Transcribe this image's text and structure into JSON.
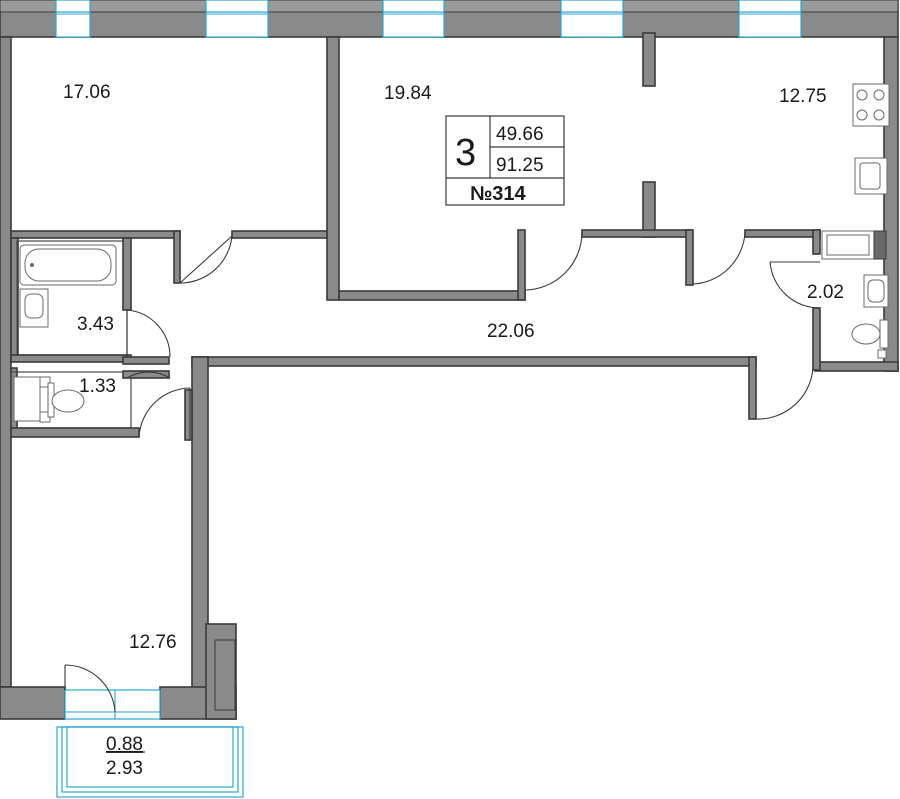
{
  "apartment": {
    "rooms_count": "3",
    "living_area": "49.66",
    "total_area": "91.25",
    "number": "№314"
  },
  "rooms": {
    "bedroom_left": "17.06",
    "living_room": "19.84",
    "kitchen": "12.75",
    "wc_right": "2.02",
    "bathroom": "3.43",
    "wc_small": "1.33",
    "hallway": "22.06",
    "bedroom_bottom": "12.76",
    "balcony_area": "0.88",
    "balcony_total": "2.93"
  }
}
